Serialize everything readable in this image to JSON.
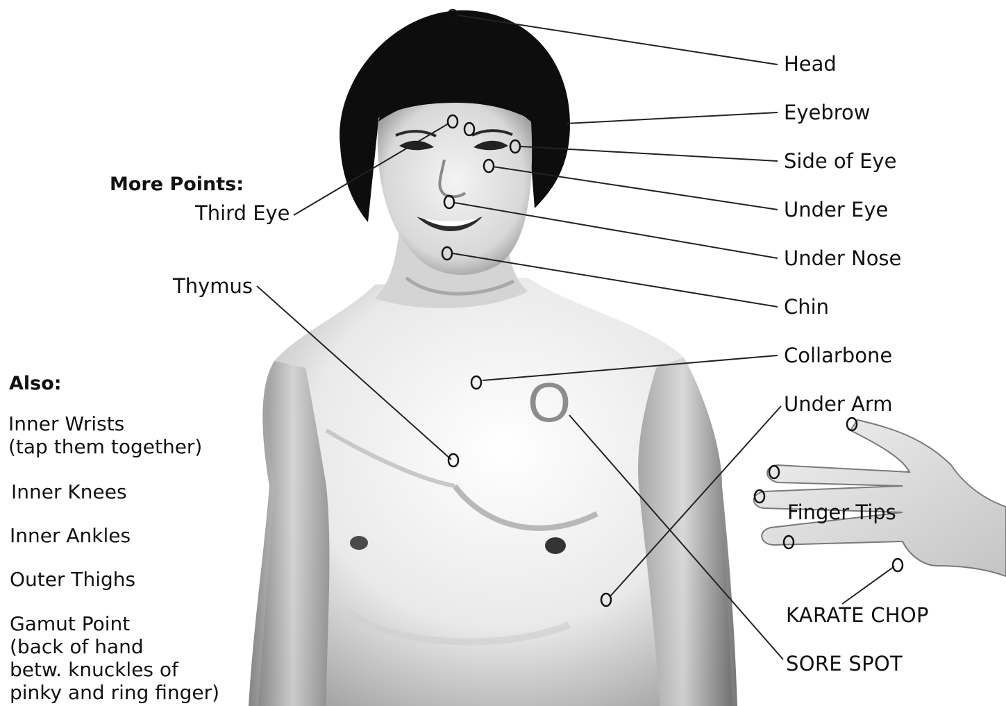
{
  "labels": {
    "head": "Head",
    "eyebrow": "Eyebrow",
    "side_of_eye": "Side of Eye",
    "under_eye": "Under Eye",
    "under_nose": "Under Nose",
    "chin": "Chin",
    "collarbone": "Collarbone",
    "under_arm": "Under Arm",
    "finger_tips": "Finger Tips",
    "karate_chop": "KARATE CHOP",
    "sore_spot": "SORE SPOT",
    "third_eye": "Third Eye",
    "thymus": "Thymus"
  },
  "more_points": {
    "heading": "More Points:"
  },
  "also": {
    "heading": "Also:",
    "items": [
      "Inner Wrists\n(tap them together)",
      "Inner Knees",
      "Inner Ankles",
      "Outer Thighs",
      "Gamut Point\n(back of hand\nbetw. knuckles of\npinky and ring finger)"
    ]
  },
  "sore_spot_marker": "O",
  "colors": {
    "text": "#111111",
    "leader_line": "#222222",
    "marker": "#111111",
    "sore_spot_marker": "#8c8c8c",
    "hair": "#0d0d0d",
    "skin_shade": "#cfcfcf"
  },
  "icons": {
    "point_marker": "small-circle-o"
  }
}
